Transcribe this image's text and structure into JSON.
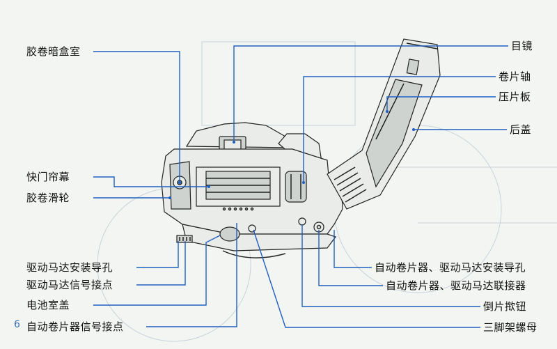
{
  "page_number": "6",
  "labels_left": [
    {
      "id": "film-cartridge-chamber",
      "text": "胶卷暗盒室"
    },
    {
      "id": "shutter-curtain",
      "text": "快门帘幕"
    },
    {
      "id": "film-roller",
      "text": "胶卷滑轮"
    },
    {
      "id": "motor-drive-guide-hole",
      "text": "驱动马达安装导孔"
    },
    {
      "id": "motor-drive-signal-contacts",
      "text": "驱动马达信号接点"
    },
    {
      "id": "battery-cover",
      "text": "电池室盖"
    },
    {
      "id": "winder-signal-contacts",
      "text": "自动卷片器信号接点"
    }
  ],
  "labels_right": [
    {
      "id": "eyepiece",
      "text": "目镜"
    },
    {
      "id": "take-up-spool",
      "text": "卷片轴"
    },
    {
      "id": "pressure-plate",
      "text": "压片板"
    },
    {
      "id": "back-cover",
      "text": "后盖"
    },
    {
      "id": "winder-motor-guide-hole",
      "text": "自动卷片器、驱动马达安装导孔"
    },
    {
      "id": "winder-motor-coupler",
      "text": "自动卷片器、驱动马达联接器"
    },
    {
      "id": "rewind-button",
      "text": "倒片揿钮"
    },
    {
      "id": "tripod-socket",
      "text": "三脚架螺母"
    }
  ],
  "colors": {
    "leader_line": "#1f5fbf",
    "text": "#111111",
    "page_number": "#3a6db0"
  }
}
